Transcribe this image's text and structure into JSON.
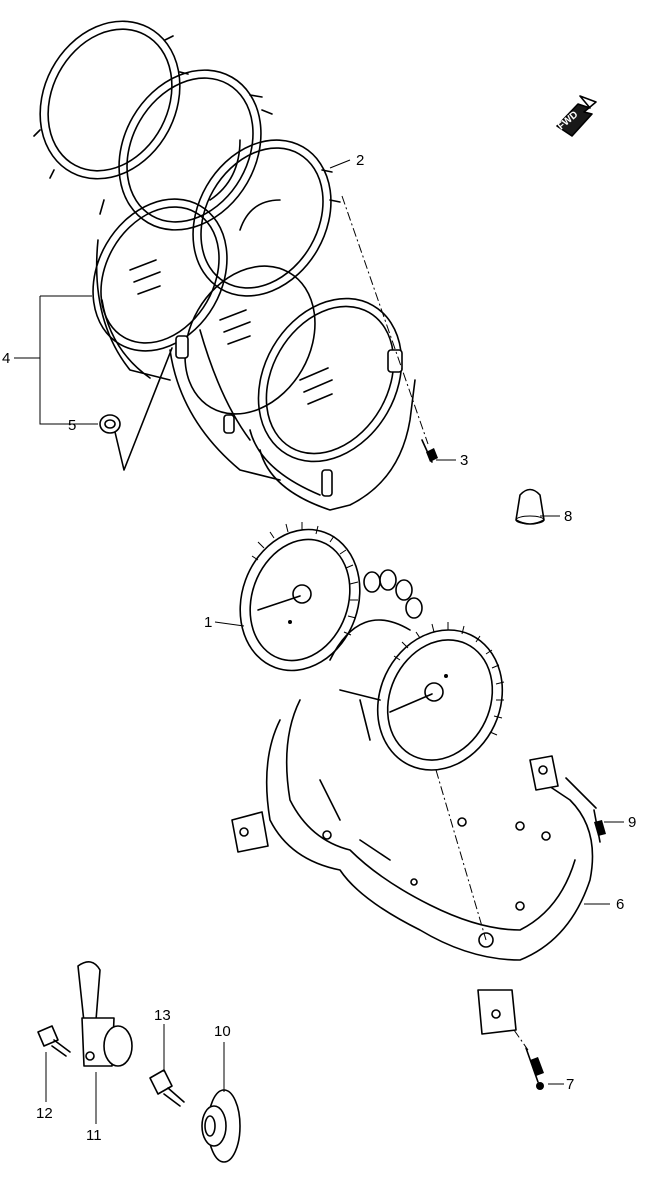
{
  "callouts": [
    {
      "id": "1",
      "label": "1"
    },
    {
      "id": "2",
      "label": "2"
    },
    {
      "id": "3",
      "label": "3"
    },
    {
      "id": "4",
      "label": "4"
    },
    {
      "id": "5",
      "label": "5"
    },
    {
      "id": "6",
      "label": "6"
    },
    {
      "id": "7",
      "label": "7"
    },
    {
      "id": "8",
      "label": "8"
    },
    {
      "id": "9",
      "label": "9"
    },
    {
      "id": "10",
      "label": "10"
    },
    {
      "id": "11",
      "label": "11"
    },
    {
      "id": "12",
      "label": "12"
    },
    {
      "id": "13",
      "label": "13"
    }
  ],
  "direction_badge": {
    "text": "FWD"
  }
}
